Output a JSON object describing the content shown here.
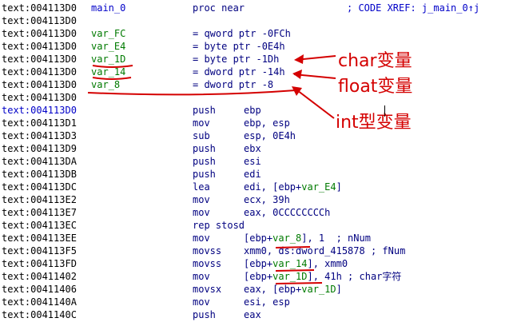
{
  "rows": [
    {
      "addr": "text:004113D0",
      "label": "main_0",
      "mn": "proc near",
      "cm": "; CODE XREF: j_main_0↑j"
    },
    {
      "addr": "text:004113D0"
    },
    {
      "addr": "text:004113D0",
      "label": "var_FC",
      "assign": "= qword ptr -0FCh"
    },
    {
      "addr": "text:004113D0",
      "label": "var_E4",
      "assign": "= byte ptr -0E4h"
    },
    {
      "addr": "text:004113D0",
      "label": "var_1D",
      "assign": "= byte ptr -1Dh"
    },
    {
      "addr": "text:004113D0",
      "label": "var_14",
      "assign": "= dword ptr -14h"
    },
    {
      "addr": "text:004113D0",
      "label": "var_8",
      "assign": "= dword ptr -8"
    },
    {
      "addr": "text:004113D0"
    },
    {
      "addr": "text:004113D0",
      "mn": "push",
      "op": "ebp"
    },
    {
      "addr": "text:004113D1",
      "mn": "mov",
      "op": "ebp, esp"
    },
    {
      "addr": "text:004113D3",
      "mn": "sub",
      "op": "esp, 0E4h"
    },
    {
      "addr": "text:004113D9",
      "mn": "push",
      "op": "ebx"
    },
    {
      "addr": "text:004113DA",
      "mn": "push",
      "op": "esi"
    },
    {
      "addr": "text:004113DB",
      "mn": "push",
      "op": "edi"
    },
    {
      "addr": "text:004113DC",
      "mn": "lea",
      "op": "edi, [ebp+var_E4]"
    },
    {
      "addr": "text:004113E2",
      "mn": "mov",
      "op": "ecx, 39h"
    },
    {
      "addr": "text:004113E7",
      "mn": "mov",
      "op": "eax, 0CCCCCCCCh"
    },
    {
      "addr": "text:004113EC",
      "mn": "rep stosd"
    },
    {
      "addr": "text:004113EE",
      "mn": "mov",
      "op": "[ebp+var_8], 1  ; nNum"
    },
    {
      "addr": "text:004113F5",
      "mn": "movss",
      "op": "xmm0, ds:dword_415878 ; fNum"
    },
    {
      "addr": "text:004113FD",
      "mn": "movss",
      "op": "[ebp+var_14], xmm0"
    },
    {
      "addr": "text:00411402",
      "mn": "mov",
      "op": "[ebp+var_1D], 41h ; char字符"
    },
    {
      "addr": "text:00411406",
      "mn": "movsx",
      "op": "eax, [ebp+var_1D]"
    },
    {
      "addr": "text:0041140A",
      "mn": "mov",
      "op": "esi, esp"
    },
    {
      "addr": "text:0041140C",
      "mn": "push",
      "op": "eax"
    }
  ],
  "annotations": {
    "char_label": "char变量",
    "float_label": "float变量",
    "int_label": "int型变量"
  },
  "colors": {
    "address": "#000000",
    "address_highlight": "#0000c8",
    "mnemonic": "#000080",
    "variable": "#007a00",
    "comment": "#0000c8",
    "annotation_red": "#d40000"
  }
}
